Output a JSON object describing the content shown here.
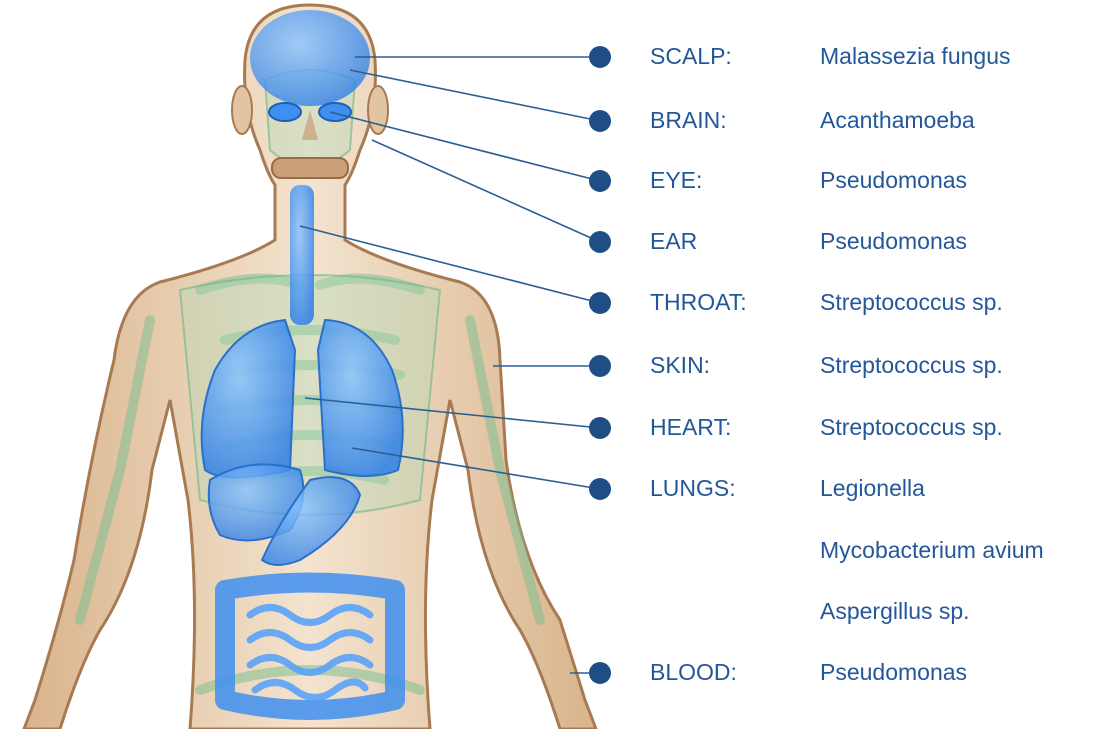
{
  "colors": {
    "text": "#24579a",
    "marker": "#1f4e86",
    "leader_line": "#2a5f93",
    "skin_fill": "#ecd6bb",
    "skin_outline": "#a87a52",
    "skeleton": "#7fbf92",
    "organs": "#3e8ff0"
  },
  "labels": [
    {
      "site": "SCALP:",
      "organisms": [
        "Malassezia fungus"
      ]
    },
    {
      "site": "BRAIN:",
      "organisms": [
        "Acanthamoeba"
      ]
    },
    {
      "site": "EYE:",
      "organisms": [
        "Pseudomonas"
      ]
    },
    {
      "site": "EAR",
      "organisms": [
        "Pseudomonas"
      ]
    },
    {
      "site": "THROAT:",
      "organisms": [
        "Streptococcus sp."
      ]
    },
    {
      "site": "SKIN:",
      "organisms": [
        "Streptococcus sp."
      ]
    },
    {
      "site": "HEART:",
      "organisms": [
        "Streptococcus sp."
      ]
    },
    {
      "site": "LUNGS:",
      "organisms": [
        "Legionella",
        "Mycobacterium avium",
        "Aspergillus sp."
      ]
    },
    {
      "site": "BLOOD:",
      "organisms": [
        "Pseudomonas"
      ]
    }
  ]
}
